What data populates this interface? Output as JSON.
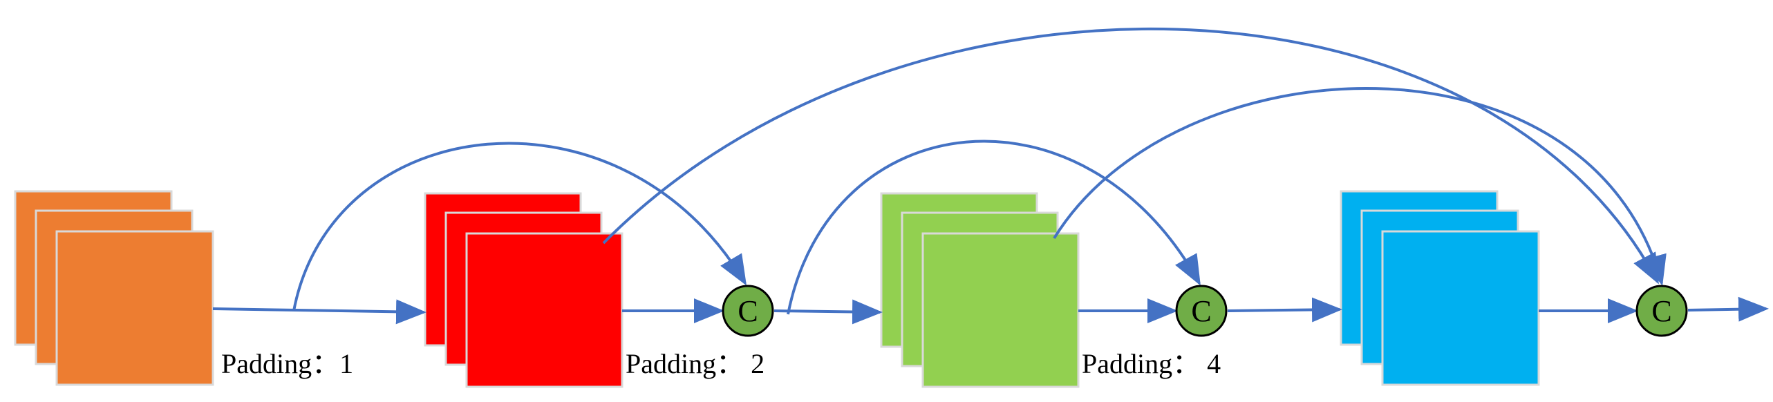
{
  "colors": {
    "arrow": "#4472C4",
    "concat_node": "#70AD47",
    "block_1": "#ED7D31",
    "block_2": "#FF0000",
    "block_3": "#92D050",
    "block_4": "#00B0F0"
  },
  "labels": {
    "padding_1": "Padding：1",
    "padding_2": "Padding： 2",
    "padding_3": "Padding： 4"
  },
  "concat": {
    "node_1": "C",
    "node_2": "C",
    "node_3": "C"
  }
}
